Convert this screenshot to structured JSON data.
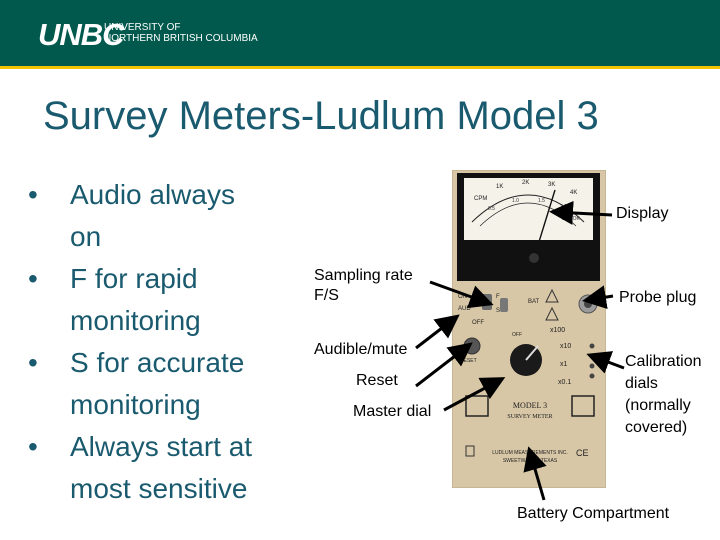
{
  "header": {
    "logo_mark": "UNBC",
    "logo_line1": "UNIVERSITY OF",
    "logo_line2": "NORTHERN BRITISH COLUMBIA"
  },
  "slide": {
    "title": "Survey Meters-Ludlum Model 3",
    "bullets": [
      {
        "line1": "Audio always",
        "line2": "on"
      },
      {
        "line1": "F for rapid",
        "line2": "monitoring"
      },
      {
        "line1": "S for accurate",
        "line2": "monitoring"
      },
      {
        "line1": "Always start at",
        "line2": "most sensitive"
      }
    ]
  },
  "labels": {
    "display": "Display",
    "sampling_line1": "Sampling rate",
    "sampling_line2": "F/S",
    "probe_plug": "Probe plug",
    "audible": "Audible/mute",
    "reset": "Reset",
    "master_dial": "Master dial",
    "calibration_line1": "Calibration",
    "calibration_line2": "dials",
    "calibration_line3": "(normally",
    "calibration_line4": "covered)",
    "battery": "Battery Compartment"
  },
  "meter": {
    "scale_labels": [
      "CPM",
      "1K",
      "2K",
      "3K",
      "4K"
    ],
    "scale_numbers": [
      "0.5",
      "1.0",
      "1.5",
      "2.0"
    ],
    "bat_ok": "BAT OK",
    "switch_labels": [
      "ON",
      "F",
      "OFF",
      "S"
    ],
    "aud_label": "AUD",
    "reset_label": "RESET",
    "bat_label": "BAT",
    "off_label": "OFF",
    "range_labels": [
      "x100",
      "x10",
      "x1",
      "x0.1"
    ],
    "model_line1": "MODEL 3",
    "model_line2": "SURVEY METER",
    "maker_line1": "LUDLUM MEASUREMENTS INC.",
    "maker_line2": "SWEETWATER, TEXAS",
    "ce_mark": "CE"
  },
  "colors": {
    "header_bg": "#00594c",
    "header_rule": "#f2c500",
    "title": "#1a5a6e",
    "panel": "#d8c7a6"
  }
}
